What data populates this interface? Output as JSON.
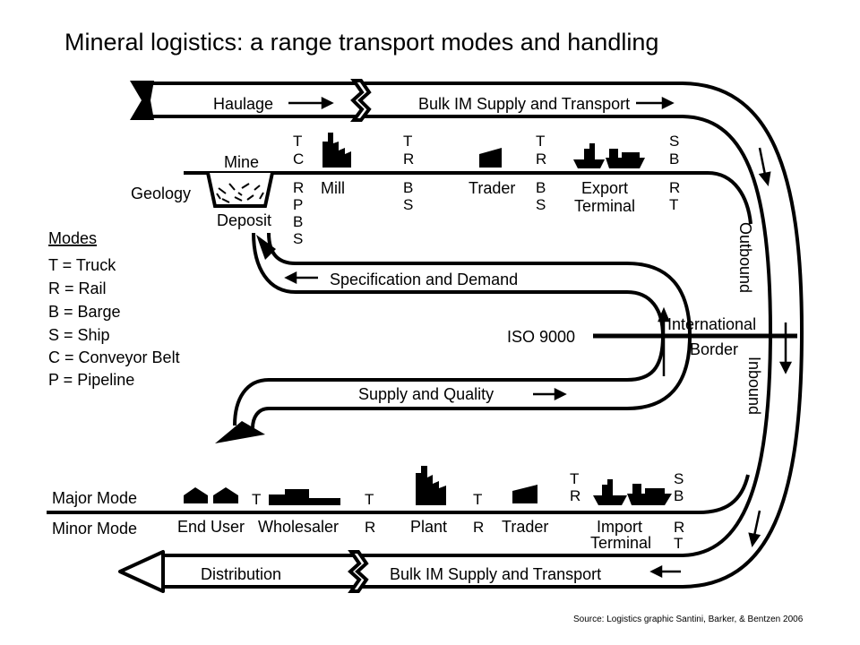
{
  "title": "Mineral logistics: a range transport modes and handling",
  "source": "Source: Logistics graphic Santini, Barker, & Bentzen 2006",
  "bands": {
    "haulage": "Haulage",
    "bulk_top": "Bulk IM Supply and Transport",
    "spec_demand": "Specification and Demand",
    "supply_quality": "Supply and Quality",
    "distribution": "Distribution",
    "bulk_bottom": "Bulk IM Supply and Transport"
  },
  "side_labels": {
    "outbound": "Outbound",
    "inbound": "Inbound",
    "intl_1": "International",
    "intl_2": "Border",
    "iso": "ISO 9000"
  },
  "top_nodes": {
    "geology": "Geology",
    "mine": "Mine",
    "deposit": "Deposit",
    "mill": "Mill",
    "trader": "Trader",
    "export_1": "Export",
    "export_2": "Terminal"
  },
  "top_modes": {
    "m1_above": [
      "T",
      "C"
    ],
    "m1_below": [
      "R",
      "P",
      "B",
      "S"
    ],
    "m2_above": [
      "T",
      "R"
    ],
    "m2_below": [
      "B",
      "S"
    ],
    "m3_above": [
      "T",
      "R"
    ],
    "m3_below": [
      "B",
      "S"
    ],
    "m4_above": [
      "S",
      "B"
    ],
    "m4_below": [
      "R",
      "T"
    ]
  },
  "legend": {
    "title": "Modes",
    "items": [
      "T = Truck",
      "R = Rail",
      "B = Barge",
      "S = Ship",
      "C = Conveyor Belt",
      "P = Pipeline"
    ]
  },
  "bottom_nodes": {
    "major": "Major Mode",
    "minor": "Minor Mode",
    "end_user": "End User",
    "wholesaler": "Wholesaler",
    "plant": "Plant",
    "trader": "Trader",
    "import_1": "Import",
    "import_2": "Terminal"
  },
  "bottom_modes": {
    "b1_above": "T",
    "b2_above": "T",
    "b2_below": "R",
    "b3_above": "T",
    "b3_below": "R",
    "b4_above": [
      "T",
      "R"
    ],
    "b5_above": [
      "S",
      "B"
    ],
    "b5_below": [
      "R",
      "T"
    ]
  }
}
